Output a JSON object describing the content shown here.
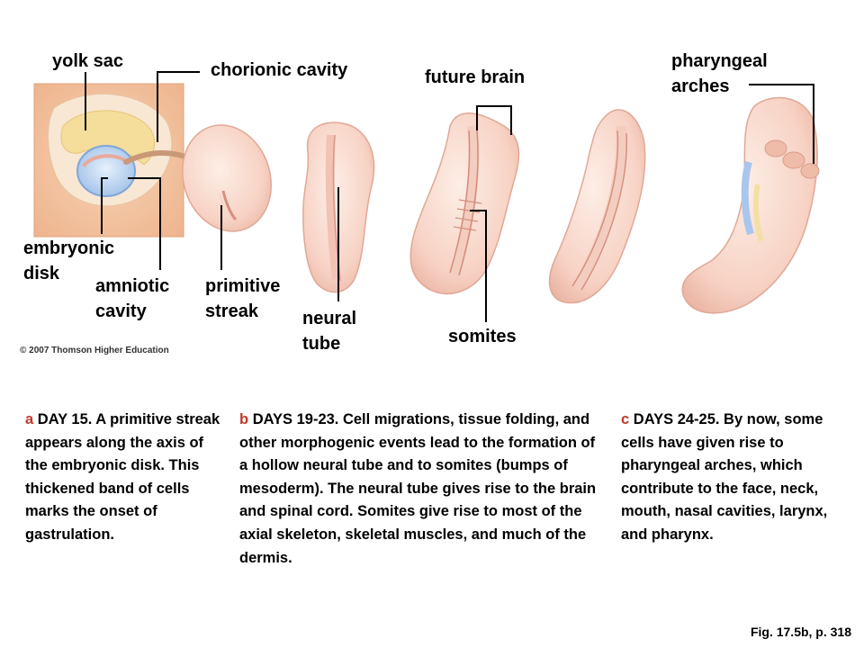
{
  "labels": {
    "yolk_sac": "yolk sac",
    "chorionic_cavity": "chorionic cavity",
    "future_brain": "future brain",
    "pharyngeal_line1": "pharyngeal",
    "pharyngeal_line2": "arches",
    "embryonic_line1": "embryonic",
    "embryonic_line2": "disk",
    "amniotic_line1": "amniotic",
    "amniotic_line2": "cavity",
    "primitive_line1": "primitive",
    "primitive_line2": "streak",
    "neural_line1": "neural",
    "neural_line2": "tube",
    "somites": "somites"
  },
  "copyright": "© 2007 Thomson Higher Education",
  "captions": {
    "a_letter": "a",
    "a_text": "DAY 15. A primitive streak appears along the axis of the embryonic disk. This thickened band of cells marks the onset of gastrulation.",
    "b_letter": "b",
    "b_text": "DAYS 19-23. Cell migrations, tissue folding, and other morphogenic events lead to the formation of a hollow neural tube and to somites (bumps of mesoderm).  The neural tube gives rise to the brain and spinal cord.  Somites give rise to most of the axial skeleton, skeletal muscles, and much of the dermis.",
    "c_letter": "c",
    "c_text": "DAYS 24-25. By now, some cells have given rise to pharyngeal arches, which contribute to the face, neck, mouth, nasal cavities, larynx, and pharynx."
  },
  "figure_ref": "Fig. 17.5b, p. 318",
  "colors": {
    "embryo_fill": "#f7d2c4",
    "embryo_edge": "#e3a896",
    "box_fill": "#f2c39f",
    "yolk": "#f6e2a6",
    "amnion": "#b9d3f0",
    "arrow": "#c99a7a"
  }
}
